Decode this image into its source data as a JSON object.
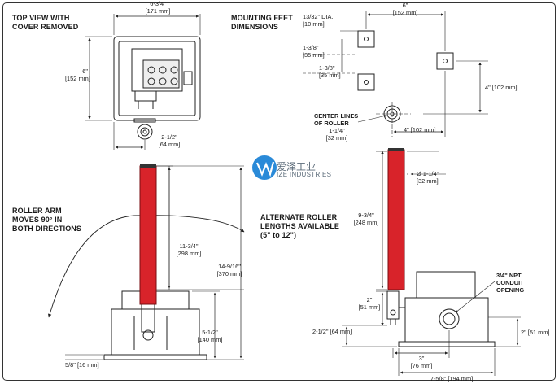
{
  "sections": {
    "top_view": "TOP VIEW WITH\nCOVER REMOVED",
    "mounting_feet": "MOUNTING FEET\nDIMENSIONS",
    "roller_arm": "ROLLER ARM\nMOVES 90° IN\nBOTH DIRECTIONS",
    "alternate_roller": "ALTERNATE ROLLER\nLENGTHS AVAILABLE\n(5\" to 12\")"
  },
  "dims": {
    "top_width": "6-3/4\"\n[171 mm]",
    "top_height": "6\"\n[152 mm]",
    "top_offset": "2-1/2\"\n[64 mm]",
    "hole_dia": "13/32\" DIA.\n[10 mm]",
    "feet_width": "6\"\n[152 mm]",
    "feet_a": "1-3/8\"\n[35 mm]",
    "feet_b": "1-3/8\"\n[35 mm]",
    "feet_height": "4\" [102 mm]",
    "center_lines": "CENTER LINES\nOF ROLLER",
    "roller_off": "1-1/4\"\n[32 mm]",
    "roller_h": "4\" [102 mm]",
    "arm_len": "11-3/4\"\n[298 mm]",
    "total_h": "14-9/16\"\n[370 mm]",
    "body_h": "5-1/2\"\n[140 mm]",
    "foot_thk": "5/8\" [16 mm]",
    "roller_dia": "Ø 1-1/4\"\n[32 mm]",
    "roller_len": "9-3/4\"\n[248 mm]",
    "arm_off": "2\"\n[51 mm]",
    "side_h": "2-1/2\" [64 mm]",
    "conduit": "3/4\" NPT\nCONDUIT\nOPENING",
    "side_r": "2\" [51 mm]",
    "base_3": "3\"\n[76 mm]",
    "base_total": "7-5/8\" [194 mm]"
  },
  "logo": {
    "cn": "爱泽工业",
    "en": "IZE INDUSTRIES"
  },
  "colors": {
    "roller": "#d8232a",
    "line": "#222222",
    "logo": "#2a8ad8"
  }
}
